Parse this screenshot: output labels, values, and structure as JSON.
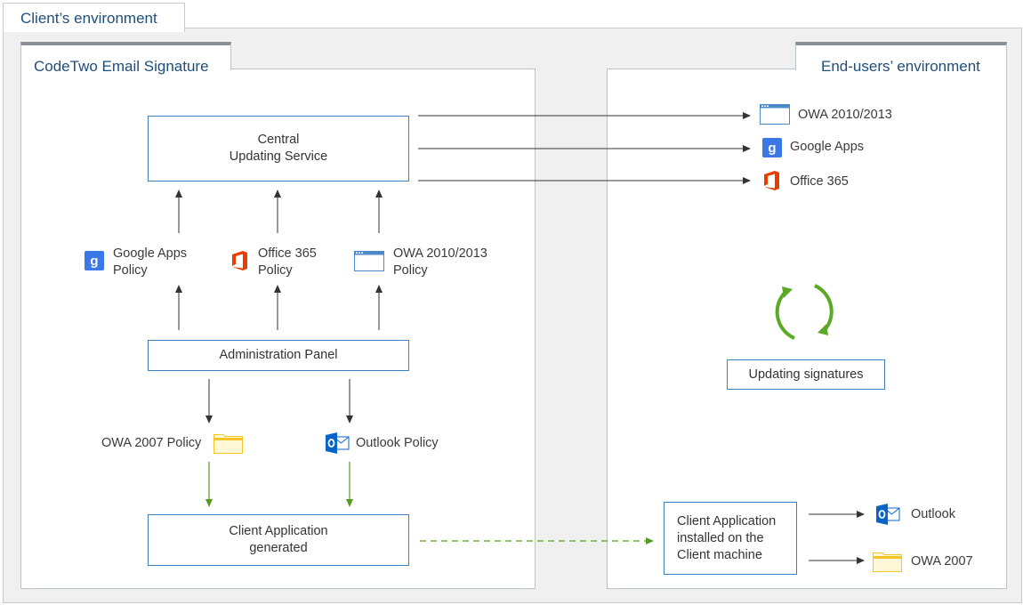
{
  "outer_title": "Client’s environment",
  "left_panel": {
    "title": "CodeTwo Email Signature",
    "central_box": "Central\nUpdating Service",
    "policies": {
      "google": "Google Apps\nPolicy",
      "office365": "Office 365\nPolicy",
      "owa2010": "OWA 2010/2013\nPolicy",
      "owa2007": "OWA 2007 Policy",
      "outlook": "Outlook Policy"
    },
    "admin_box": "Administration Panel",
    "client_box": "Client Application\ngenerated"
  },
  "right_panel": {
    "title": "End-users’ environment",
    "targets": {
      "owa2010": "OWA 2010/2013",
      "google": "Google Apps",
      "office365": "Office 365"
    },
    "updating_box": "Updating signatures",
    "client_installed_box": "Client Application\ninstalled on the\nClient machine",
    "outputs": {
      "outlook": "Outlook",
      "owa2007": "OWA 2007"
    }
  },
  "colors": {
    "frame_border": "#c9c9c9",
    "box_border": "#3a82c0",
    "title_text": "#1f4e79",
    "arrow_dark": "#333333",
    "arrow_green": "#5a9a1e",
    "google_blue": "#3b78e7",
    "office_orange": "#eb3c00",
    "outlook_blue": "#0a64c8",
    "folder_yellow": "#f3c623",
    "owa_blue": "#4b8ac8",
    "cycle_green": "#5aaa28"
  },
  "icons": {
    "google": "google-g-icon",
    "office365": "office365-icon",
    "owa2010": "owa-window-icon",
    "owa2007": "folder-icon",
    "outlook": "outlook-icon",
    "cycle": "refresh-cycle-icon"
  }
}
